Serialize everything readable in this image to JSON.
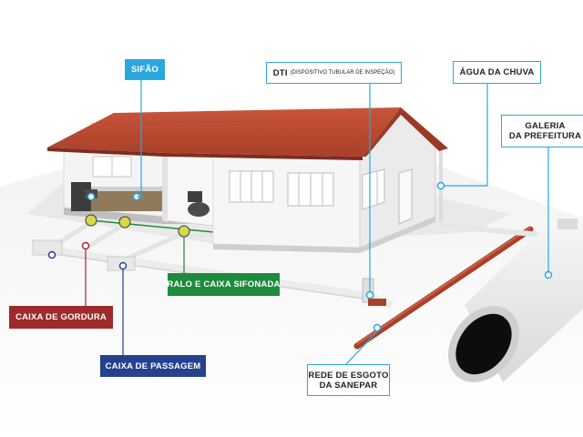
{
  "colors": {
    "pointer_line": "#29a8e0",
    "roof": "#c0492f",
    "wall": "#f2f2f2",
    "caixa_gordura": "#9e2a2b",
    "caixa_passagem": "#25418f",
    "ralo_caixa_sifonada": "#1e8a3c",
    "sifao": "#29a8e0",
    "esgoto_pipe": "#a8402a"
  },
  "labels": {
    "sifao": "SIFÃO",
    "dti_main": "DTI",
    "dti_sub": "(DISPOSITIVO TUBULAR DE INSPEÇÃO)",
    "agua_chuva": "ÁGUA DA CHUVA",
    "galeria_1": "GALERIA",
    "galeria_2": "DA PREFEITURA",
    "ralo": "RALO E CAIXA SIFONADA",
    "gordura": "CAIXA DE GORDURA",
    "passagem": "CAIXA DE PASSAGEM",
    "rede_1": "REDE DE ESGOTO",
    "rede_2": "DA SANEPAR"
  }
}
